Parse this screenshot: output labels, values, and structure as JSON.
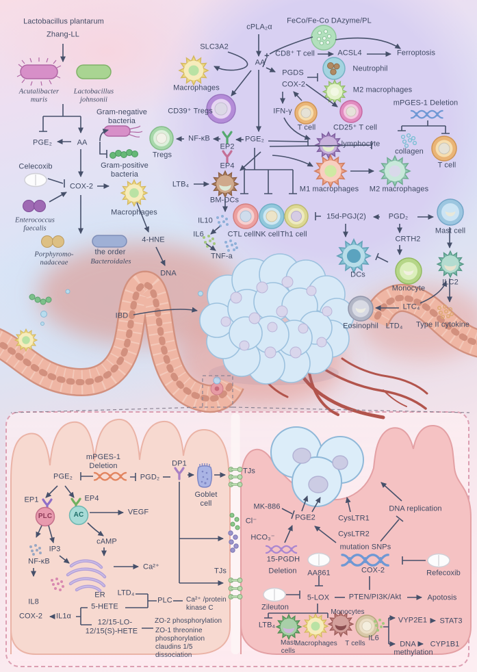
{
  "top_left": {
    "lactobacillus_plantarum": "Lactobacillus plantarum",
    "zhang_ll": "Zhang-LL",
    "acutalibacter_muris": "Acutalibacter\nmuris",
    "lactobacillus_johnsonii": "Lactobacillus\njohnsonii",
    "gram_negative": "Gram-negative\nbacteria",
    "gram_positive": "Gram-positive\nbacteria",
    "pge2": "PGE₂",
    "aa": "AA",
    "celecoxib": "Celecoxib",
    "cox2": "COX-2",
    "enterococcus_faecalis": "Enterococcus\nfaecalis",
    "macrophages": "Macrophages",
    "porphyromonadaceae": "Porphyromo-\nnadaceae",
    "the_order": "the order",
    "bacteroidales": "Bacteroidales",
    "hne": "4-HNE",
    "dna": "DNA",
    "ibd": "IBD"
  },
  "top_mid": {
    "cpla2": "cPLA₂α",
    "slc3a2": "SLC3A2",
    "macrophages": "Macrophages",
    "cd39_tregs": "CD39⁺ Tregs",
    "aa": "AA",
    "plus": "+",
    "feco": "FeCo/Fe-Co DAzyme/PL",
    "cd8_tcell": "CD8⁺ T cell",
    "acsl4": "ACSL4",
    "ferroptosis": "Ferroptosis",
    "pgds": "PGDS",
    "cox2": "COX-2",
    "ifn_gamma": "IFN-γ",
    "neutrophil": "Neutrophil",
    "m2_macrophages_upper": "M2 macrophages",
    "t_cell": "T cell",
    "cd25_tcell": "CD25⁺ T cell",
    "lymphocyte": "lymphocyte",
    "mpges1_deletion": "mPGES-1 Deletion",
    "collagen": "collagen",
    "t_cell_right": "T cell",
    "pge2": "PGE₂",
    "nfkb": "NF-κB",
    "ep2": "EP2",
    "ep4": "EP4",
    "tregs": "Tregs",
    "ltb4": "LTB₄",
    "bm_dcs": "BM-DCs",
    "il10": "IL10",
    "il6": "IL6",
    "tnf_a": "TNF-a",
    "ctl_cell": "CTL cell",
    "nk_cell": "NK cell",
    "th1_cell": "Th1 cell",
    "m1_macrophages": "M1 macrophages",
    "m2_macrophages": "M2 macrophages",
    "pgj": "15d-PGJ(2)",
    "pgd2": "PGD₂",
    "mast_cell": "Mast cell",
    "crth2": "CRTH2",
    "dcs": "DCs",
    "monocyte": "Monocyte",
    "ilc2": "ILC2",
    "ltc4": "LTC₄",
    "ltd4": "LTD₄",
    "eosinophil": "Eosinophil",
    "type2_cytokine": "Type II cytokine"
  },
  "bottom_left": {
    "mpges1_deletion": "mPGES-1\nDeletion",
    "pge2": "PGE₂",
    "pgd2": "PGD₂",
    "dp1": "DP1",
    "goblet_cell": "Goblet\ncell",
    "tjs_top": "TJs",
    "ep1": "EP1",
    "plc": "PLC",
    "ep4": "EP4",
    "ac": "AC",
    "vegf": "VEGF",
    "camp": "cAMP",
    "ip3": "IP3",
    "nfkb": "NF-κB",
    "il8": "IL8",
    "er": "ER",
    "ca": "Ca²⁺",
    "ltd4": "LTD₄",
    "hete5": "5-HETE",
    "plc2": "PLC",
    "ca_pkc": "Ca²⁺ /protein\nkinase C",
    "cox2": "COX-2",
    "il1a": "IL1α",
    "lo1215": "12/15-LO-",
    "shete1215": "12/15(S)-HETE",
    "zo2": "ZO-2 phosphorylation",
    "zo1": "ZO-1 threonine\nphosphorylation",
    "claudins": "claudins 1/5\ndissociation",
    "tjs_mid": "TJs",
    "cl": "Cl⁻",
    "hco3": "HCO₃⁻"
  },
  "bottom_right": {
    "mk886": "MK-886",
    "pge2": "PGE2",
    "cysltr1": "CysLTR1",
    "cysltr2": "CysLTR2",
    "dna_replication": "DNA replication",
    "mutation_snps": "mutation SNPs",
    "pgdh15": "15-PGDH",
    "deletion": "Deletion",
    "aa861": "AA861",
    "cox2": "COX-2",
    "refecoxib": "Refecoxib",
    "zileuton": "Zileuton",
    "lox5": "5-LOX",
    "pten": "PTEN/PI3K/Akt",
    "apotosis": "Apotosis",
    "ltb4": "LTB₄",
    "mast_cells": "Mast\ncells",
    "macrophages": "Macrophages",
    "monocytes": "Monocytes",
    "t_cells": "T cells",
    "il6": "IL6",
    "vyp2e1": "VYP2E1",
    "stat3": "STAT3",
    "dna": "DNA",
    "cyp1b1": "CYP1B1",
    "methylation": "methylation"
  },
  "colors": {
    "arrow": "#46506a",
    "text": "#3f4963",
    "panel_border": "#dc9fb2",
    "tumor_fill": "#d7e9f7",
    "gut_band": "#f3c9ba",
    "left_cell": "#f7d9d0",
    "right_cell": "#f5c2c3"
  }
}
